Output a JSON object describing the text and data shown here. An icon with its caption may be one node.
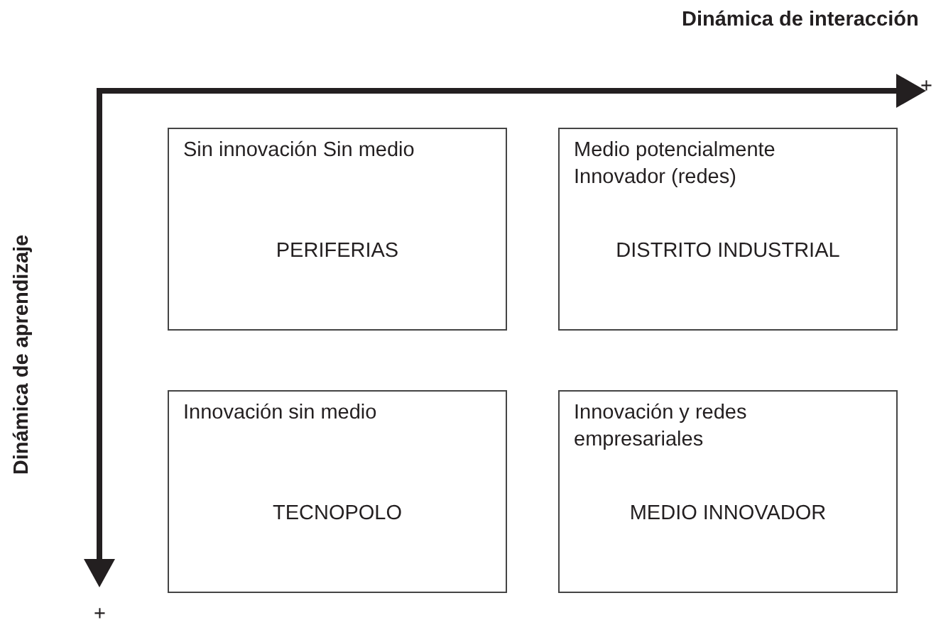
{
  "diagram": {
    "nodes": [
      {
        "text": [
          "Sin innovación Sin medio",
          "PERIFERIAS"
        ]
      },
      {
        "text": [
          "Medio potencialmente Innovador (redes)",
          "DISTRITO INDUSTRIAL"
        ]
      },
      {
        "text": [
          "Innovación sin medio",
          "TECNOPOLO"
        ]
      },
      {
        "text": [
          "Innovación y redes empresariales",
          "MEDIO INNOVADOR"
        ]
      }
    ],
    "edges": [],
    "labels": [
      "Dinámica de interacción",
      "+",
      "Dinámica de aprendizaje",
      "+"
    ]
  }
}
